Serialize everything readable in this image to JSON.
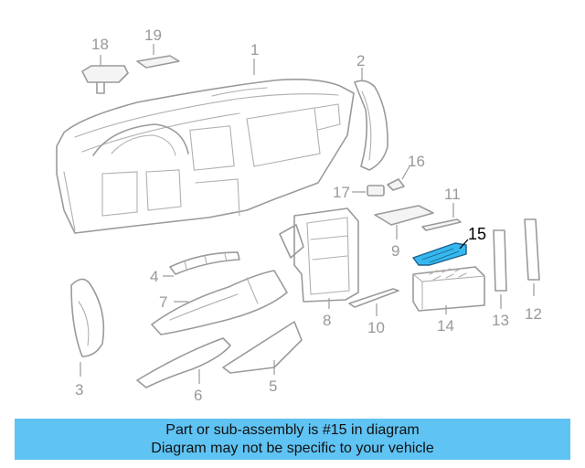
{
  "diagram": {
    "callouts": [
      "1",
      "2",
      "3",
      "4",
      "5",
      "6",
      "7",
      "8",
      "9",
      "10",
      "11",
      "12",
      "13",
      "14",
      "15",
      "16",
      "17",
      "18",
      "19"
    ],
    "highlighted_callout": "15",
    "highlight_color": "#35b8f0",
    "line_color": "#9a9a9a"
  },
  "banner": {
    "line1": "Part or sub-assembly is #15 in diagram",
    "line2": "Diagram may not be specific to your vehicle",
    "background": "#5fc3f3"
  }
}
